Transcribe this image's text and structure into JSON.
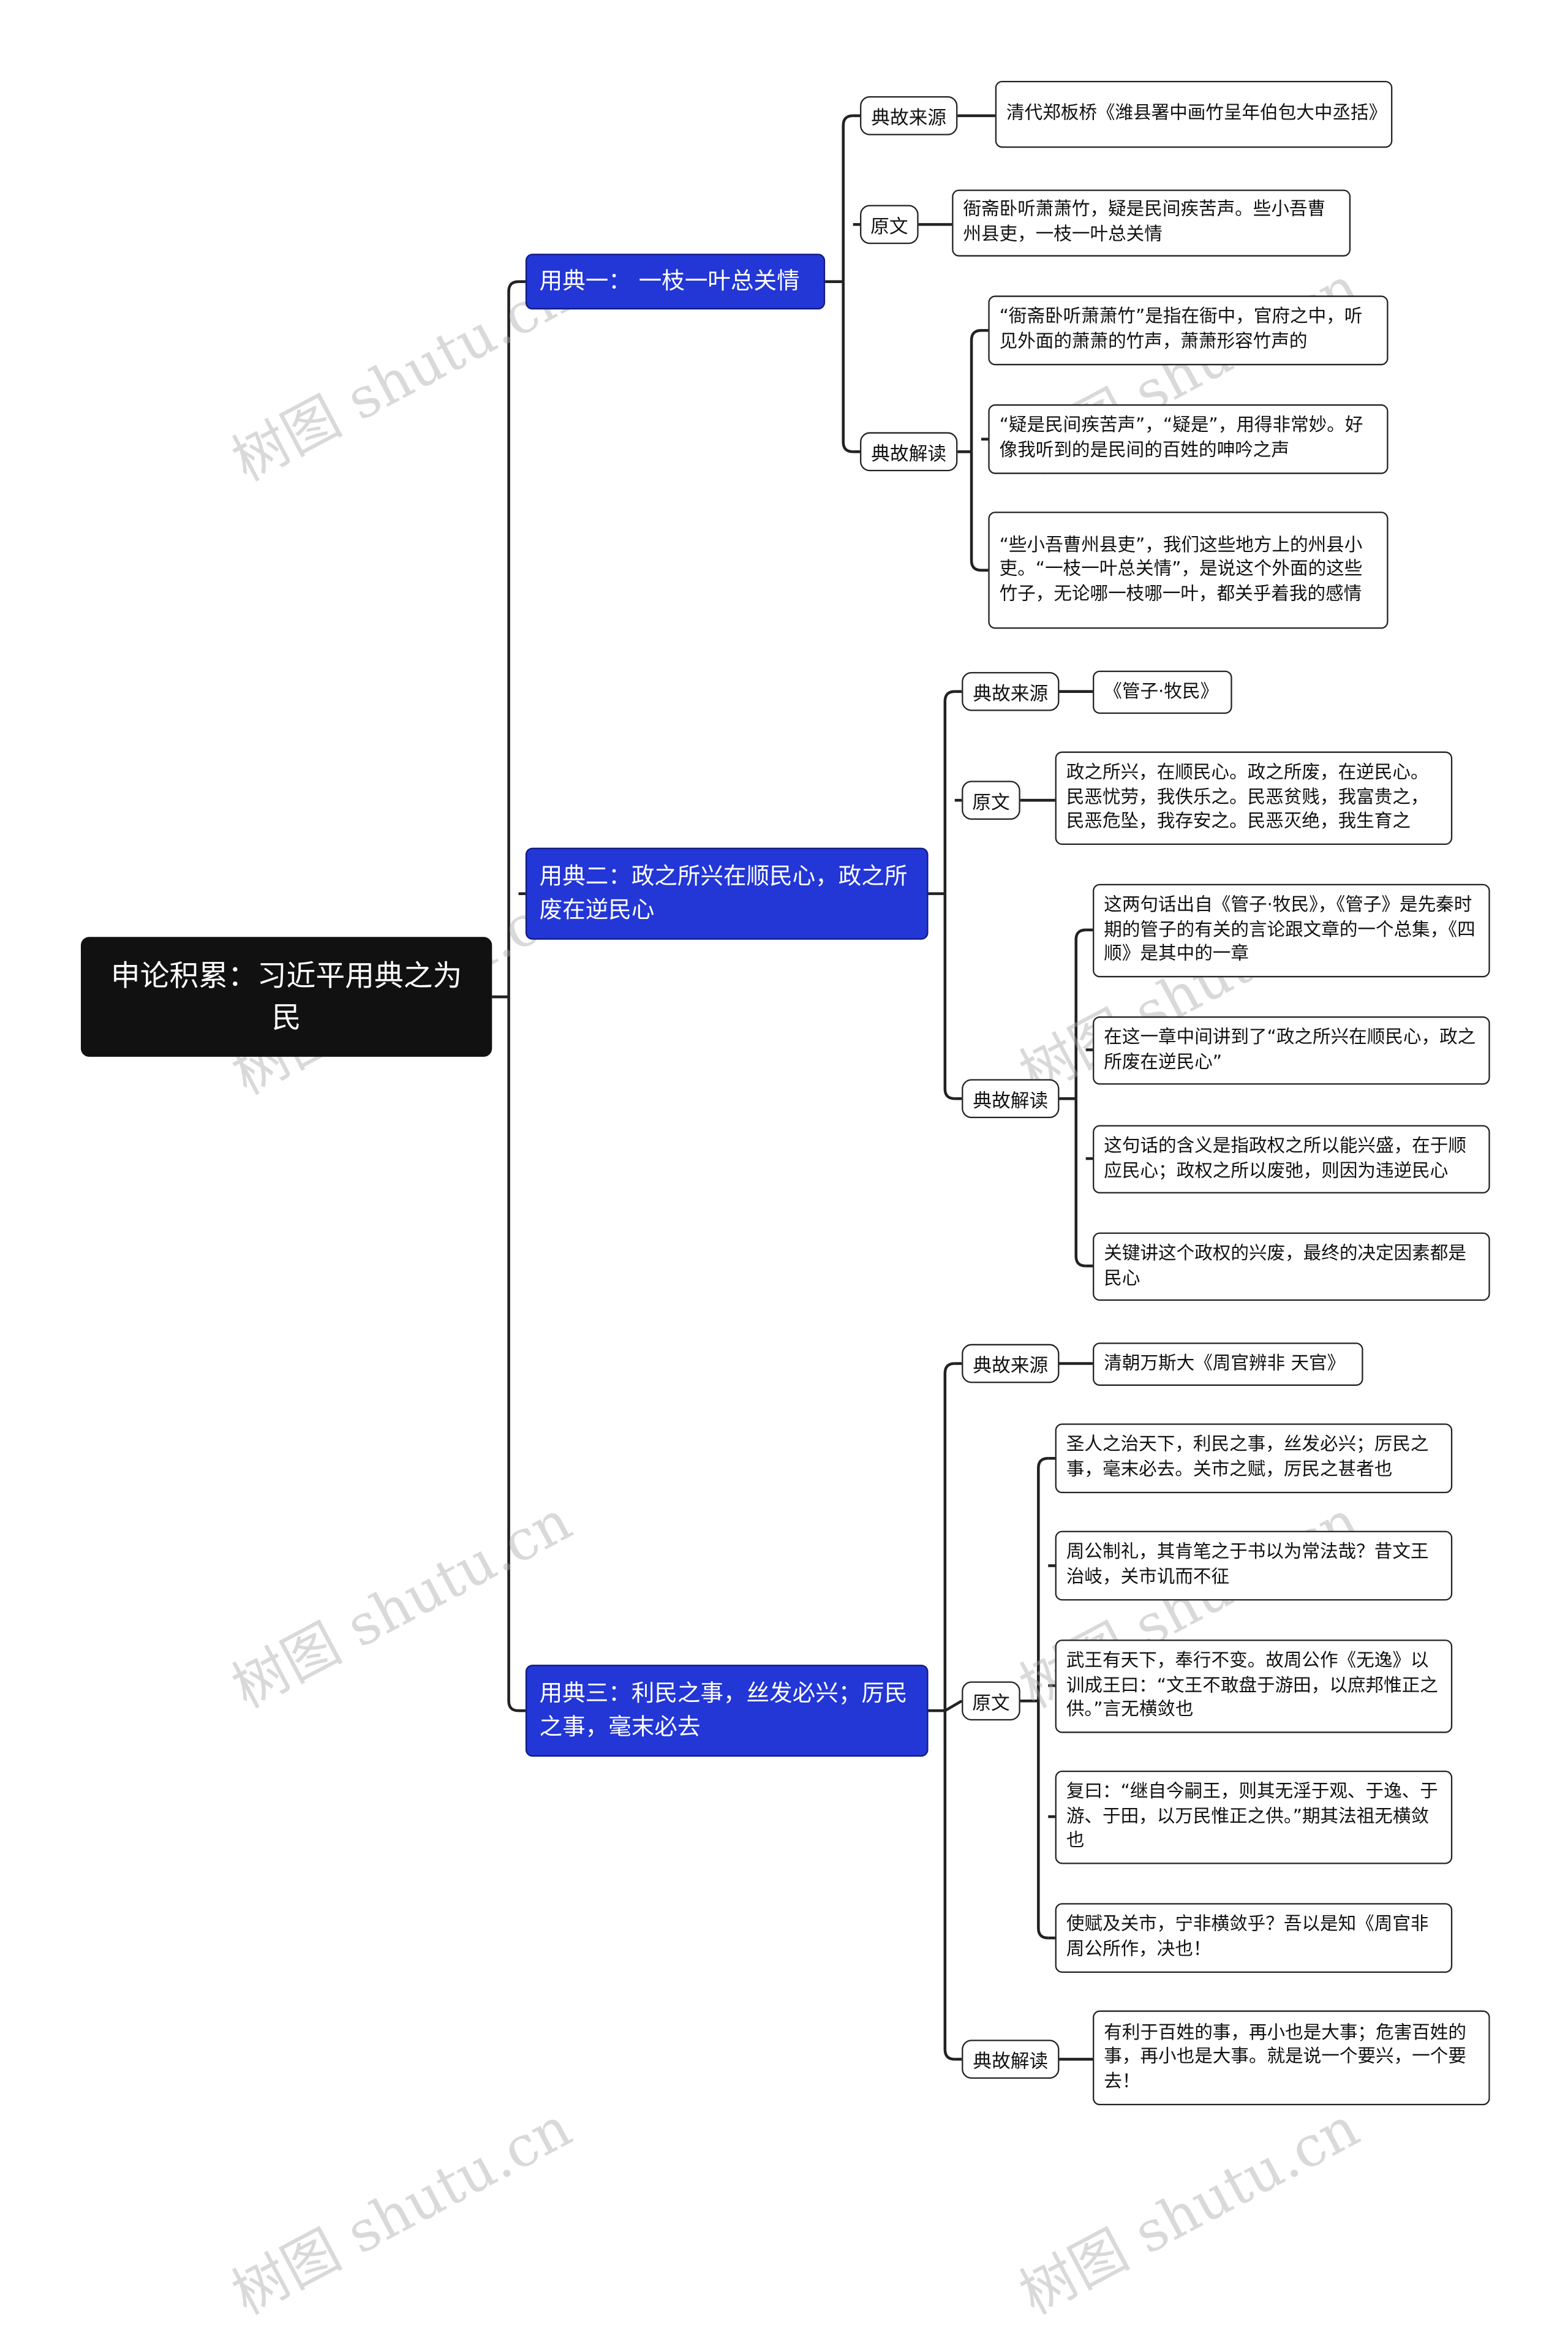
{
  "root": {
    "title": "申论积累：习近平用典之为民"
  },
  "watermark": "树图 shutu.cn",
  "colors": {
    "root_bg": "#111111",
    "branch_bg": "#2336d6",
    "line": "#222222"
  },
  "branches": [
    {
      "title": "用典一：  一枝一叶总关情",
      "source_label": "典故来源",
      "source": "清代郑板桥《潍县署中画竹呈年伯包大中丞括》",
      "text_label": "原文",
      "text": [
        "衙斋卧听萧萧竹，疑是民间疾苦声。些小吾曹州县吏，一枝一叶总关情"
      ],
      "reading_label": "典故解读",
      "reading": [
        "“衙斋卧听萧萧竹”是指在衙中，官府之中，听见外面的萧萧的竹声，萧萧形容竹声的",
        "“疑是民间疾苦声”，“疑是”，用得非常妙。好像我听到的是民间的百姓的呻吟之声",
        "“些小吾曹州县吏”，我们这些地方上的州县小吏。“一枝一叶总关情”，是说这个外面的这些竹子，无论哪一枝哪一叶，都关乎着我的感情"
      ]
    },
    {
      "title": "用典二：政之所兴在顺民心，政之所废在逆民心",
      "source_label": "典故来源",
      "source": "《管子·牧民》",
      "text_label": "原文",
      "text": [
        "政之所兴，在顺民心。政之所废，在逆民心。民恶忧劳，我佚乐之。民恶贫贱，我富贵之，民恶危坠，我存安之。民恶灭绝，我生育之"
      ],
      "reading_label": "典故解读",
      "reading": [
        "这两句话出自《管子·牧民》，《管子》是先秦时期的管子的有关的言论跟文章的一个总集，《四顺》是其中的一章",
        "在这一章中间讲到了“政之所兴在顺民心，政之所废在逆民心”",
        "这句话的含义是指政权之所以能兴盛，在于顺应民心；政权之所以废弛，则因为违逆民心",
        "关键讲这个政权的兴废，最终的决定因素都是民心"
      ]
    },
    {
      "title": "用典三：利民之事，丝发必兴；厉民之事，毫末必去",
      "source_label": "典故来源",
      "source": "清朝万斯大《周官辨非 天官》",
      "text_label": "原文",
      "text": [
        "圣人之治天下，利民之事，丝发必兴；厉民之事，毫末必去。关市之赋，厉民之甚者也",
        "周公制礼，其肯笔之于书以为常法哉？昔文王治岐，关市讥而不征",
        "武王有天下，奉行不变。故周公作《无逸》以训成王曰：“文王不敢盘于游田，以庶邦惟正之供。”言无横敛也",
        "复曰：“继自今嗣王，则其无淫于观、于逸、于游、于田，以万民惟正之供。”期其法祖无横敛也",
        "使赋及关市，宁非横敛乎？吾以是知《周官非周公所作，决也！"
      ],
      "reading_label": "典故解读",
      "reading": [
        "有利于百姓的事，再小也是大事；危害百姓的事，再小也是大事。就是说一个要兴，一个要去！"
      ]
    }
  ]
}
